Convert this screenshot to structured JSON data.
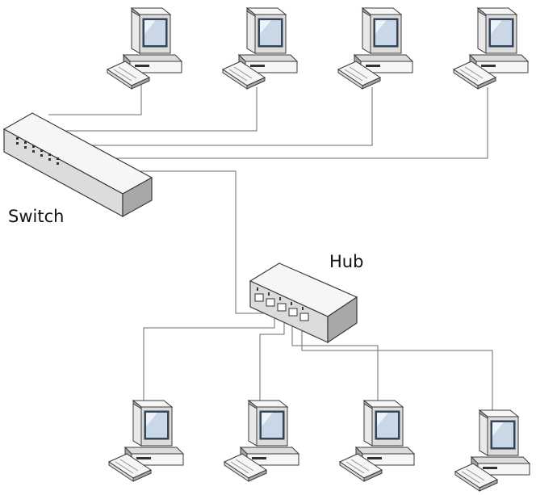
{
  "labels": {
    "switch": "Switch",
    "hub": "Hub"
  },
  "colors": {
    "background": "#ffffff",
    "cable": "#6e6e6e",
    "device_outline": "#3a3a3a",
    "device_light": "#f6f6f6",
    "device_mid": "#dcdcdc",
    "device_dark": "#a8a8a8",
    "screen": "#2d4a6b",
    "screen_highlight": "#c9d7e6",
    "port": "#333333"
  },
  "nodes": {
    "switch": {
      "icon": "network-switch-icon",
      "ports": 6
    },
    "hub": {
      "icon": "network-hub-icon",
      "ports": 5
    },
    "switch_computers": [
      "pc-1",
      "pc-2",
      "pc-3",
      "pc-4"
    ],
    "hub_computers": [
      "pc-5",
      "pc-6",
      "pc-7",
      "pc-8"
    ]
  }
}
